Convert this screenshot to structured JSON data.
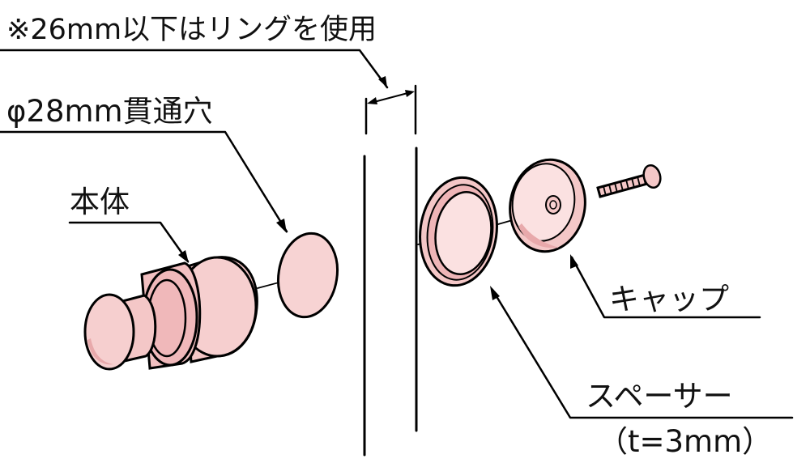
{
  "labels": {
    "note": "※26mm以下はリングを使用",
    "hole": "φ28mm貫通穴",
    "body": "本体",
    "cap": "キャップ",
    "spacer": "スペーサー",
    "spacer_thickness": "（t=3mm）"
  },
  "colors": {
    "part_fill": "#f4c7c7",
    "part_fill_light": "#fbe1e1",
    "part_shade": "#e8a9ab",
    "line": "#000000",
    "background": "#ffffff"
  }
}
